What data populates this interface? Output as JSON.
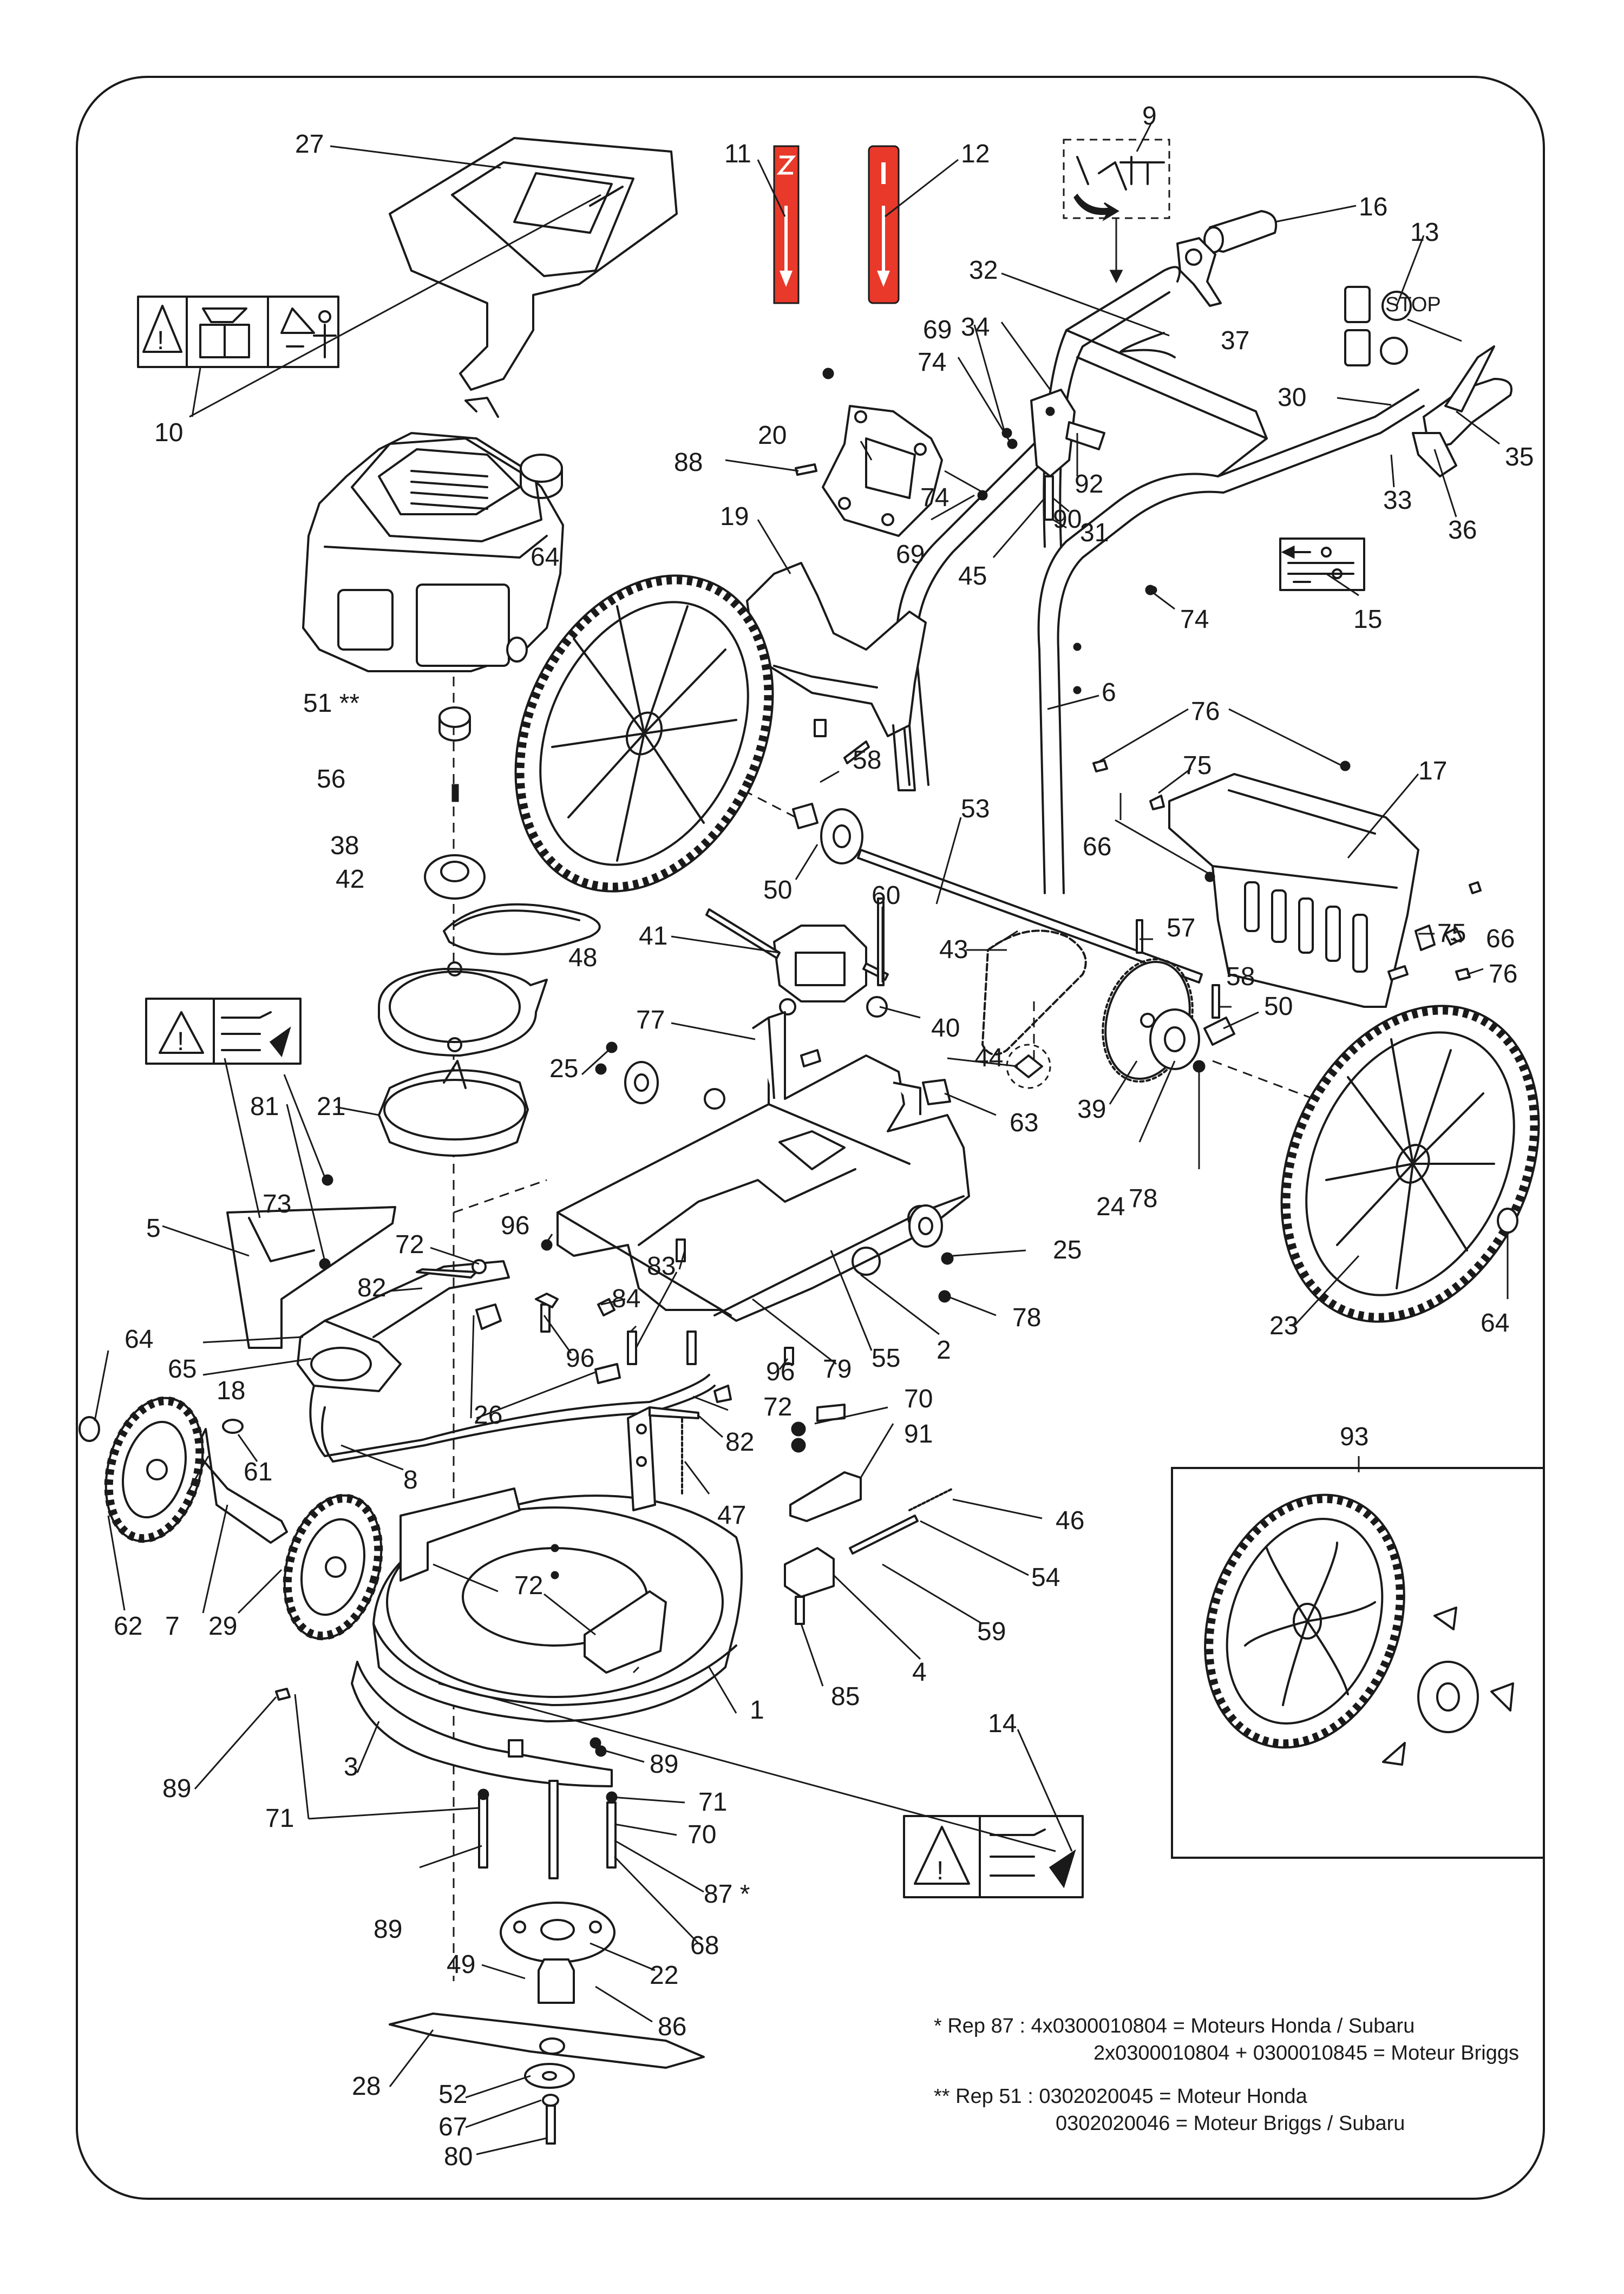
{
  "callouts": {
    "c1": "1",
    "c2": "2",
    "c3": "3",
    "c4": "4",
    "c5": "5",
    "c6": "6",
    "c7": "7",
    "c8": "8",
    "c9": "9",
    "c10": "10",
    "c11": "11",
    "c12": "12",
    "c13": "13",
    "c14": "14",
    "c15": "15",
    "c16": "16",
    "c17": "17",
    "c18": "18",
    "c19": "19",
    "c20": "20",
    "c21": "21",
    "c22": "22",
    "c23": "23",
    "c24": "24",
    "c25a": "25",
    "c25b": "25",
    "c26": "26",
    "c27": "27",
    "c28": "28",
    "c29": "29",
    "c30": "30",
    "c31": "31",
    "c32": "32",
    "c33": "33",
    "c34": "34",
    "c35": "35",
    "c36": "36",
    "c37": "37",
    "c38": "38",
    "c39": "39",
    "c40": "40",
    "c41": "41",
    "c42": "42",
    "c43": "43",
    "c44": "44",
    "c45": "45",
    "c46": "46",
    "c47": "47",
    "c48": "48",
    "c49": "49",
    "c50a": "50",
    "c50b": "50",
    "c51": "51 **",
    "c52": "52",
    "c53": "53",
    "c54": "54",
    "c55": "55",
    "c56": "56",
    "c57": "57",
    "c58a": "58",
    "c58b": "58",
    "c59": "59",
    "c60": "60",
    "c61": "61",
    "c62": "62",
    "c63": "63",
    "c64a": "64",
    "c64b": "64",
    "c64c": "64",
    "c65": "65",
    "c66a": "66",
    "c66b": "66",
    "c67": "67",
    "c68": "68",
    "c69a": "69",
    "c69b": "69",
    "c70a": "70",
    "c70b": "70",
    "c71a": "71",
    "c71b": "71",
    "c72a": "72",
    "c72b": "72",
    "c72c": "72",
    "c73": "73",
    "c74a": "74",
    "c74b": "74",
    "c74c": "74",
    "c75a": "75",
    "c75b": "75",
    "c76a": "76",
    "c76b": "76",
    "c77": "77",
    "c78a": "78",
    "c78b": "78",
    "c79": "79",
    "c80": "80",
    "c81": "81",
    "c82a": "82",
    "c82b": "82",
    "c83": "83",
    "c84": "84",
    "c85": "85",
    "c86": "86",
    "c87": "87 *",
    "c88": "88",
    "c89a": "89",
    "c89b": "89",
    "c89c": "89",
    "c90": "90",
    "c91": "91",
    "c92": "92",
    "c93": "93",
    "c96a": "96",
    "c96b": "96",
    "c96c": "96"
  },
  "notes": {
    "rep87_line1": "* Rep 87 : 4x0300010804  = Moteurs Honda / Subaru",
    "rep87_line2": "2x0300010804 + 0300010845 = Moteur Briggs",
    "rep51_line1": "** Rep 51  : 0302020045 = Moteur Honda",
    "rep51_line2": "0302020046 = Moteur Briggs / Subaru"
  },
  "decals": {
    "stop_text": "STOP"
  },
  "icons": {
    "warning": "warning-triangle-icon",
    "manual": "read-manual-icon",
    "distance": "keep-distance-icon"
  },
  "colors": {
    "line": "#1a1a1a",
    "decal_red": "#e8392a",
    "background": "#ffffff"
  }
}
